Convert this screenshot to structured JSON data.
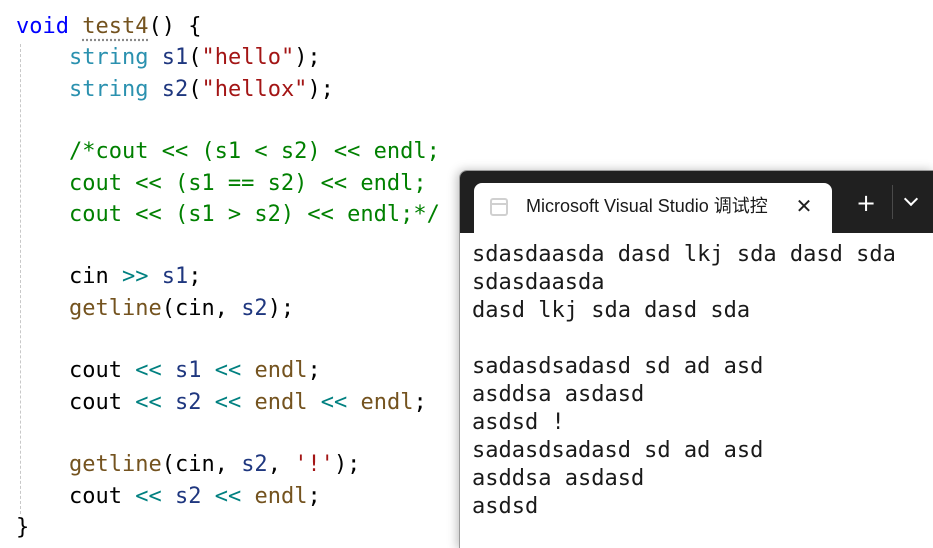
{
  "editor": {
    "lines": [
      {
        "spans": [
          {
            "c": "kw",
            "t": "void"
          },
          {
            "c": "",
            "t": " "
          },
          {
            "c": "fn fn-squiggle",
            "t": "test4"
          },
          {
            "c": "",
            "t": "() {"
          }
        ]
      },
      {
        "spans": [
          {
            "c": "",
            "t": "    "
          },
          {
            "c": "ty",
            "t": "string"
          },
          {
            "c": "",
            "t": " "
          },
          {
            "c": "var",
            "t": "s1"
          },
          {
            "c": "",
            "t": "("
          },
          {
            "c": "str",
            "t": "\"hello\""
          },
          {
            "c": "",
            "t": ");"
          }
        ]
      },
      {
        "spans": [
          {
            "c": "",
            "t": "    "
          },
          {
            "c": "ty",
            "t": "string"
          },
          {
            "c": "",
            "t": " "
          },
          {
            "c": "var",
            "t": "s2"
          },
          {
            "c": "",
            "t": "("
          },
          {
            "c": "str",
            "t": "\"hellox\""
          },
          {
            "c": "",
            "t": ");"
          }
        ]
      },
      {
        "spans": []
      },
      {
        "spans": [
          {
            "c": "",
            "t": "    "
          },
          {
            "c": "cmt",
            "t": "/*cout << (s1 < s2) << endl;"
          }
        ]
      },
      {
        "spans": [
          {
            "c": "",
            "t": "    "
          },
          {
            "c": "cmt",
            "t": "cout << (s1 == s2) << endl;"
          }
        ]
      },
      {
        "spans": [
          {
            "c": "",
            "t": "    "
          },
          {
            "c": "cmt",
            "t": "cout << (s1 > s2) << endl;*/"
          }
        ]
      },
      {
        "spans": []
      },
      {
        "spans": [
          {
            "c": "",
            "t": "    cin "
          },
          {
            "c": "op",
            "t": ">>"
          },
          {
            "c": "",
            "t": " "
          },
          {
            "c": "var",
            "t": "s1"
          },
          {
            "c": "",
            "t": ";"
          }
        ]
      },
      {
        "spans": [
          {
            "c": "",
            "t": "    "
          },
          {
            "c": "fn",
            "t": "getline"
          },
          {
            "c": "",
            "t": "(cin, "
          },
          {
            "c": "var",
            "t": "s2"
          },
          {
            "c": "",
            "t": ");"
          }
        ]
      },
      {
        "spans": []
      },
      {
        "spans": [
          {
            "c": "",
            "t": "    cout "
          },
          {
            "c": "op",
            "t": "<<"
          },
          {
            "c": "",
            "t": " "
          },
          {
            "c": "var",
            "t": "s1"
          },
          {
            "c": "",
            "t": " "
          },
          {
            "c": "op",
            "t": "<<"
          },
          {
            "c": "",
            "t": " "
          },
          {
            "c": "fn",
            "t": "endl"
          },
          {
            "c": "",
            "t": ";"
          }
        ]
      },
      {
        "spans": [
          {
            "c": "",
            "t": "    cout "
          },
          {
            "c": "op",
            "t": "<<"
          },
          {
            "c": "",
            "t": " "
          },
          {
            "c": "var",
            "t": "s2"
          },
          {
            "c": "",
            "t": " "
          },
          {
            "c": "op",
            "t": "<<"
          },
          {
            "c": "",
            "t": " "
          },
          {
            "c": "fn",
            "t": "endl"
          },
          {
            "c": "",
            "t": " "
          },
          {
            "c": "op",
            "t": "<<"
          },
          {
            "c": "",
            "t": " "
          },
          {
            "c": "fn",
            "t": "endl"
          },
          {
            "c": "",
            "t": ";"
          }
        ]
      },
      {
        "spans": []
      },
      {
        "spans": [
          {
            "c": "",
            "t": "    "
          },
          {
            "c": "fn",
            "t": "getline"
          },
          {
            "c": "",
            "t": "(cin, "
          },
          {
            "c": "var",
            "t": "s2"
          },
          {
            "c": "",
            "t": ", "
          },
          {
            "c": "str",
            "t": "'!'"
          },
          {
            "c": "",
            "t": ");"
          }
        ]
      },
      {
        "spans": [
          {
            "c": "",
            "t": "    cout "
          },
          {
            "c": "op",
            "t": "<<"
          },
          {
            "c": "",
            "t": " "
          },
          {
            "c": "var",
            "t": "s2"
          },
          {
            "c": "",
            "t": " "
          },
          {
            "c": "op",
            "t": "<<"
          },
          {
            "c": "",
            "t": " "
          },
          {
            "c": "fn",
            "t": "endl"
          },
          {
            "c": "",
            "t": ";"
          }
        ]
      },
      {
        "spans": [
          {
            "c": "",
            "t": "}"
          }
        ]
      }
    ]
  },
  "console": {
    "tab_title": "Microsoft Visual Studio 调试控",
    "close_glyph": "✕",
    "new_tab_glyph": "+",
    "output_lines": [
      "sdasdaasda dasd lkj sda dasd sda",
      "sdasdaasda",
      "dasd lkj sda dasd sda",
      "",
      "sadasdsadasd sd ad asd",
      "asddsa asdasd",
      "asdsd !",
      "sadasdsadasd sd ad asd",
      "asddsa asdasd",
      "asdsd"
    ]
  },
  "colors": {
    "keyword": "#0000ff",
    "type": "#2b91af",
    "function": "#74531f",
    "variable": "#1f377f",
    "operator": "#008080",
    "string": "#a31515",
    "comment": "#008000",
    "titlebar": "#202020"
  },
  "icons": {
    "tab_icon": "terminal-icon",
    "close": "close-icon",
    "new_tab": "plus-icon",
    "dropdown": "chevron-down-icon"
  }
}
